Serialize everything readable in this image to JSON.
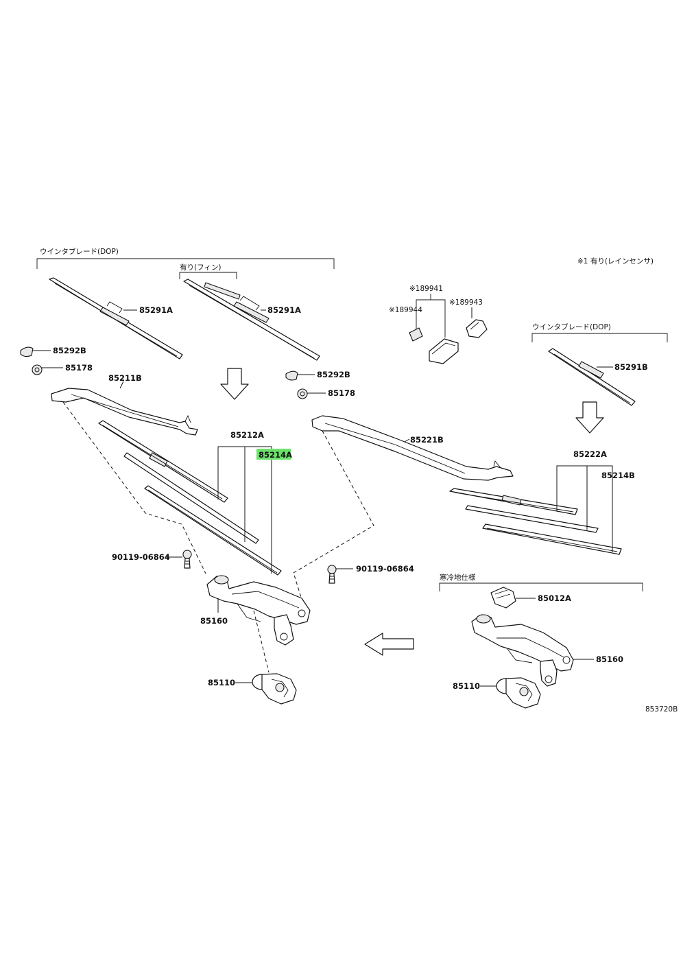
{
  "brackets": {
    "winter_left": "ウインタブレード(DOP)",
    "fin": "有り(フィン)",
    "rain_sensor_note": "※1 有り(レインセンサ)",
    "winter_right": "ウインタブレード(DOP)",
    "cold_spec": "寒冷地仕様"
  },
  "parts": {
    "p85291A_1": "85291A",
    "p85291A_2": "85291A",
    "p85292B_1": "85292B",
    "p85178_1": "85178",
    "p85211B": "85211B",
    "p85212A": "85212A",
    "p85214A": "85214A",
    "p85292B_2": "85292B",
    "p85178_2": "85178",
    "p89941": "※189941",
    "p89944": "※189944",
    "p89943": "※189943",
    "p85291B": "85291B",
    "p85221B": "85221B",
    "p85222A": "85222A",
    "p85214B": "85214B",
    "p90119_1": "90119-06864",
    "p90119_2": "90119-06864",
    "p85160_1": "85160",
    "p85110_1": "85110",
    "p85012A": "85012A",
    "p85160_2": "85160",
    "p85110_2": "85110"
  },
  "figure_code": "853720B",
  "highlight_color": "#6be36b"
}
